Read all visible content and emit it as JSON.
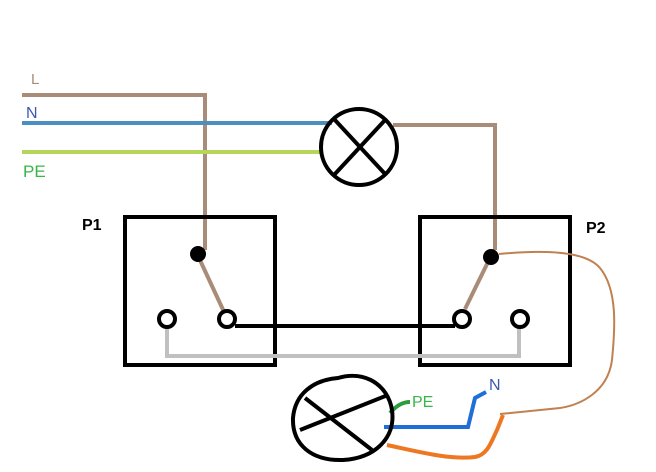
{
  "labels": {
    "line_l": "L",
    "line_n": "N",
    "line_pe": "PE",
    "switch_p1": "P1",
    "switch_p2": "P2",
    "lamp2_pe": "PE",
    "lamp2_n": "N"
  },
  "colors": {
    "background": "#ffffff",
    "wire_l": "#a88c78",
    "wire_n": "#4b8fc0",
    "wire_pe": "#b5d65a",
    "wire_link": "#000000",
    "wire_gray": "#c0c0c0",
    "wire_orange": "#ee7722",
    "wire_blue": "#1f6fd6",
    "wire_green": "#2a9c3a",
    "wire_brown_thin": "#c08050",
    "label_l": "#a88c78",
    "label_n": "#3a58b0",
    "label_pe": "#39b54a",
    "label_text": "#000000"
  }
}
